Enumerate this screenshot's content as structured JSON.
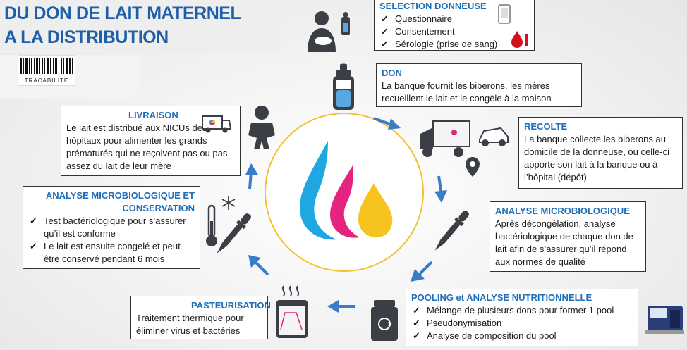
{
  "title": {
    "line1": "DU DON DE LAIT MATERNEL",
    "line2": "A LA DISTRIBUTION"
  },
  "tracabilite": "TRACABILITE",
  "steps": {
    "selection": {
      "heading": "SELECTION DONNEUSE",
      "items": [
        "Questionnaire",
        "Consentement",
        "Sérologie (prise de sang)"
      ]
    },
    "don": {
      "heading": "DON",
      "text": "La banque fournit les biberons, les mères recueillent le lait et le congèle à la maison"
    },
    "recolte": {
      "heading": "RECOLTE",
      "text": "La banque collecte les biberons au domicile de la donneuse, ou celle-ci apporte son lait à la banque ou à l’hôpital (dépôt)"
    },
    "analyse_micro": {
      "heading": "ANALYSE MICROBIOLOGIQUE",
      "text": "Après décongélation, analyse bactériologique de chaque don de lait afin de s’assurer qu’il répond aux normes de qualité"
    },
    "pooling": {
      "heading": "POOLING et ANALYSE NUTRITIONNELLE",
      "items": [
        "Mélange de plusieurs dons pour former 1 pool",
        "Pseudonymisation",
        "Analyse de composition du pool"
      ]
    },
    "pasteurisation": {
      "heading": "PASTEURISATION",
      "text": "Traitement thermique pour éliminer virus et bactéries"
    },
    "analyse_conservation": {
      "heading_line1": "ANALYSE MICROBIOLOGIQUE ET",
      "heading_line2": "CONSERVATION",
      "items": [
        "Test bactériologique pour s’assurer qu’il est conforme",
        "Le lait est ensuite congelé et peut être conservé pendant 6 mois"
      ]
    },
    "livraison": {
      "heading": "LIVRAISON",
      "text": "Le lait est distribué aux NICUs des hôpitaux pour alimenter les grands prématurés qui ne reçoivent pas ou pas assez du lait de leur mère"
    }
  },
  "colors": {
    "heading_blue": "#1f6fb8",
    "arrow_blue": "#3a7cc7",
    "drop_cyan": "#1ea7e1",
    "drop_magenta": "#e4247f",
    "drop_yellow": "#f7c41f",
    "ring": "#f2c230",
    "icon_dark": "#3b3f45"
  }
}
